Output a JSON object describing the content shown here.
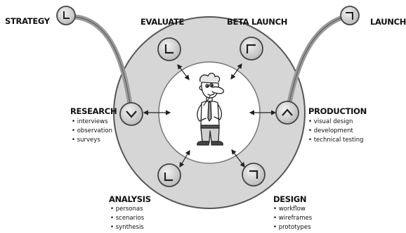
{
  "stages": {
    "strategy": {
      "label": "STRATEGY"
    },
    "evaluate": {
      "label": "EVALUATE"
    },
    "beta_launch": {
      "label": "BETA LAUNCH"
    },
    "launch": {
      "label": "LAUNCH"
    },
    "research": {
      "label": "RESEARCH",
      "items": [
        "interviews",
        "observation",
        "surveys"
      ]
    },
    "production": {
      "label": "PRODUCTION",
      "items": [
        "visual design",
        "development",
        "technical testing"
      ]
    },
    "analysis": {
      "label": "ANALYSIS",
      "items": [
        "personas",
        "scenarios",
        "synthesis"
      ]
    },
    "design": {
      "label": "DESIGN",
      "items": [
        "workflow",
        "wireframes",
        "prototypes"
      ]
    }
  },
  "icons": {
    "center": "cartoon-person-icon",
    "node": "circle-chevron-icon",
    "connector": "double-headed-arrow-icon"
  },
  "colors": {
    "outer_ring": "#d6d6d6",
    "ring_stroke": "#555555",
    "inner_circle": "#ffffff",
    "node_fill": "#cfcfcf",
    "text": "#111111"
  }
}
